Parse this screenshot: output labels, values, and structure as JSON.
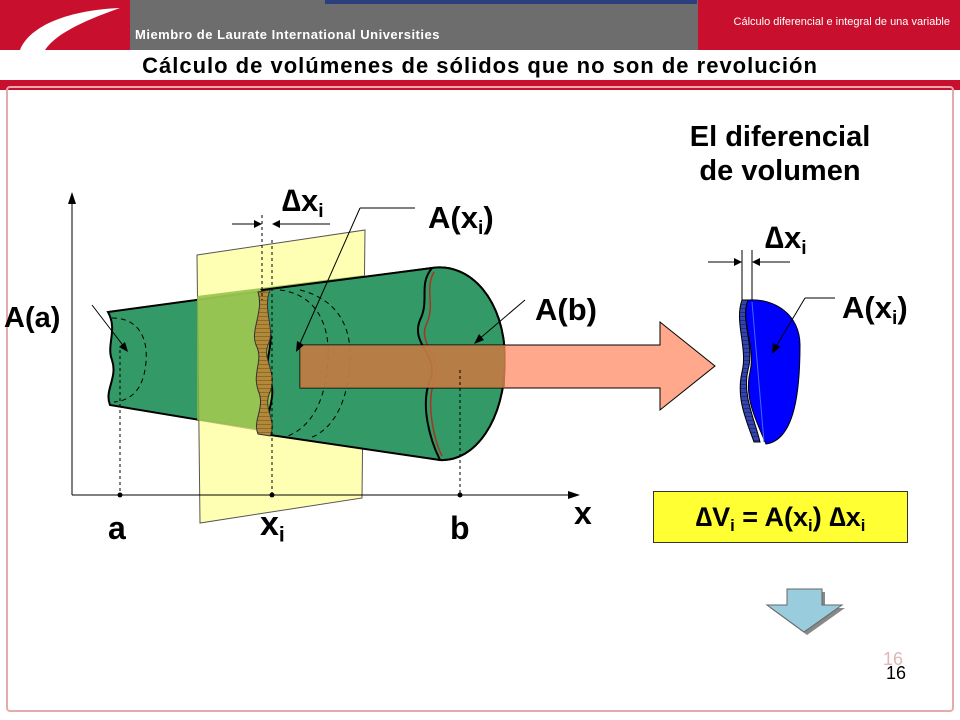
{
  "header": {
    "member_text": "Miembro de Laurate International Universities",
    "course_text": "Cálculo diferencial e integral de una variable"
  },
  "slide": {
    "title": "Cálculo de volúmenes de sólidos que no son de revolución",
    "diff_title_line1": "El diferencial",
    "diff_title_line2": "de volumen",
    "labels": {
      "delta": "∆",
      "x": "x",
      "i": "i",
      "A_open": "A(",
      "close": ")",
      "A_a": "A(a)",
      "A_b": "A(b)",
      "a": "a",
      "b": "b",
      "axis_x": "x"
    },
    "formula": {
      "delta": "∆",
      "V": "V",
      "i": "i",
      "eq": " = A(x",
      "mid": ") ",
      "x": "x"
    },
    "page_number": "16",
    "page_number_ghost": "16"
  },
  "colors": {
    "header_gray": "#6d6d6d",
    "brand_red": "#c8102e",
    "solid_green": "#339966",
    "plane_yellow": "#ffff99",
    "arrow_salmon": "#ff9977",
    "slice_blue": "#0000ff",
    "formula_yellow": "#ffff33",
    "nav_arrow": "#99ccdd"
  }
}
